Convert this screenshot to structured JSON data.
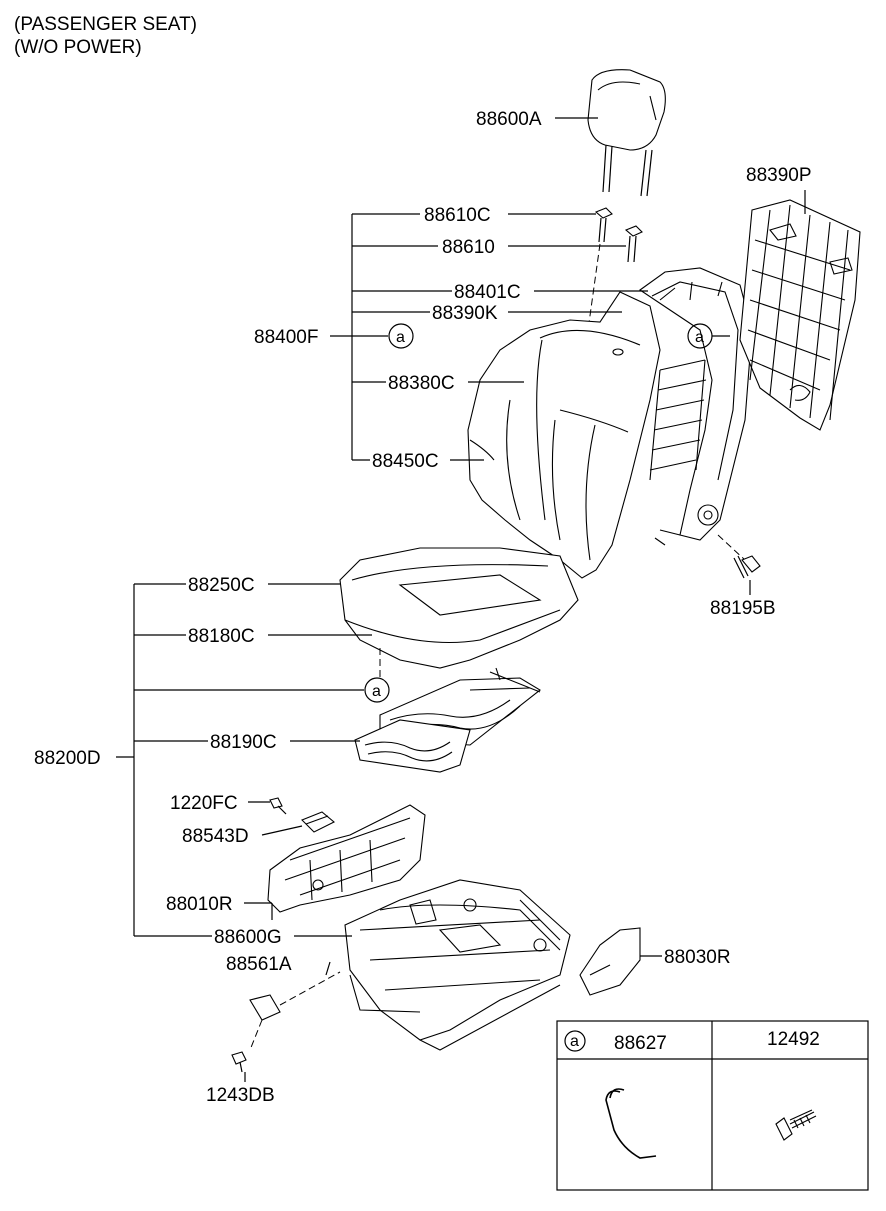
{
  "header": {
    "line1": "(PASSENGER SEAT)",
    "line2": "(W/O POWER)"
  },
  "callout_marker": "a",
  "parts": {
    "p88600A": "88600A",
    "p88390P": "88390P",
    "p88610C": "88610C",
    "p88610": "88610",
    "p88401C": "88401C",
    "p88390K": "88390K",
    "p88400F": "88400F",
    "p88380C": "88380C",
    "p88450C": "88450C",
    "p88195B": "88195B",
    "p88250C": "88250C",
    "p88180C": "88180C",
    "p88190C": "88190C",
    "p88200D": "88200D",
    "p1220FC": "1220FC",
    "p88543D": "88543D",
    "p88010R": "88010R",
    "p88600G": "88600G",
    "p88561A": "88561A",
    "p88030R": "88030R",
    "p1243DB": "1243DB"
  },
  "legend_table": {
    "marker": "a",
    "col1_part": "88627",
    "col2_part": "12492"
  }
}
